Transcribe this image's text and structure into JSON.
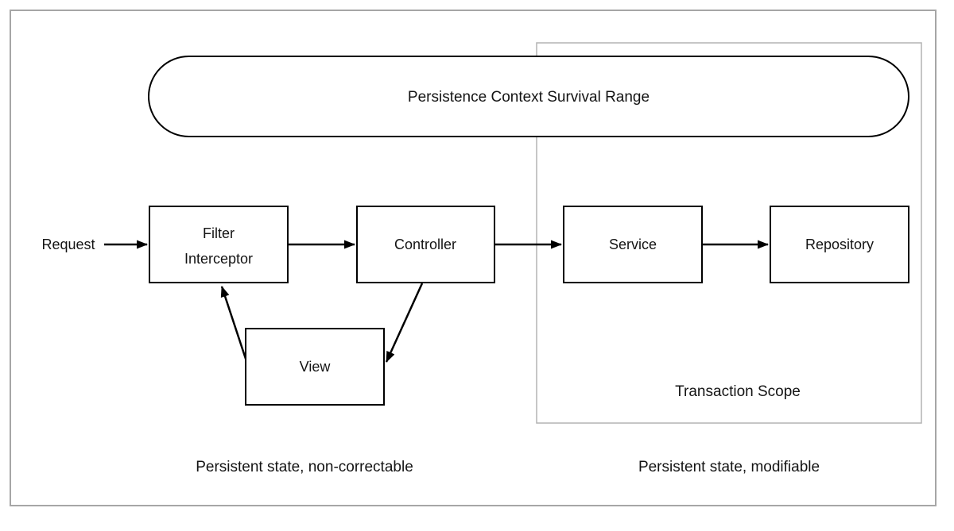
{
  "diagram": {
    "title_pill": "Persistence Context Survival Range",
    "request_label": "Request",
    "nodes": {
      "filter_interceptor": {
        "line1": "Filter",
        "line2": "Interceptor"
      },
      "controller": {
        "label": "Controller"
      },
      "service": {
        "label": "Service"
      },
      "repository": {
        "label": "Repository"
      },
      "view": {
        "label": "View"
      }
    },
    "transaction_scope_label": "Transaction Scope",
    "captions": {
      "left": "Persistent state, non-correctable",
      "right": "Persistent state, modifiable"
    },
    "colors": {
      "node_stroke": "#000000",
      "frame_border": "#a6a6a6",
      "scope_border": "#b3b3b3",
      "background": "#ffffff"
    }
  }
}
